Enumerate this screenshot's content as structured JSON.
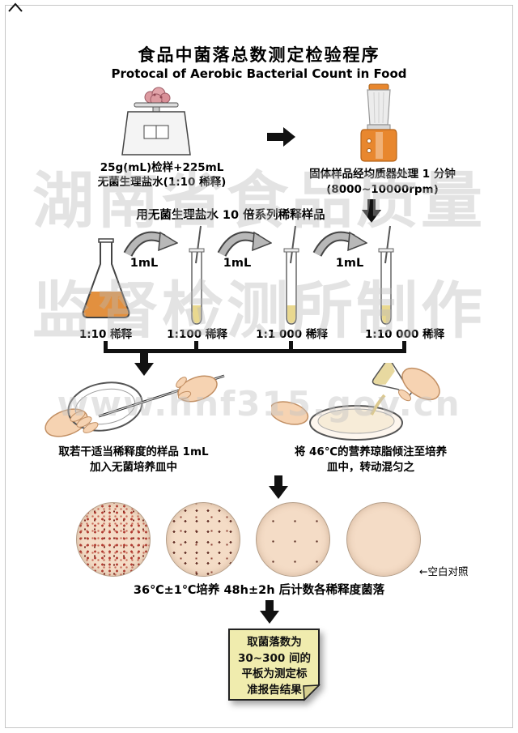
{
  "title": {
    "zh": "食品中菌落总数测定检验程序",
    "en": "Protocal of Aerobic Bacterial Count in Food"
  },
  "watermark": {
    "line1": "湖南省食品质量",
    "line2": "监督检测所制作",
    "line3": "www.hnf315.gov.cn"
  },
  "sampling": {
    "line1": "25g(mL)检样+225mL",
    "line2": "无菌生理盐水(1:10 稀释)"
  },
  "homogenize": {
    "line1": "固体样品经均质器处理 1 分钟",
    "line2": "(8000~10000rpm)"
  },
  "dilution": {
    "heading": "用无菌生理盐水 10 倍系列稀释样品",
    "transfer_volume": "1mL",
    "labels": [
      "1:10 稀释",
      "1:100 稀释",
      "1:1 000 稀释",
      "1:10 000 稀释"
    ]
  },
  "plating": {
    "left_line1": "取若干适当稀释度的样品 1mL",
    "left_line2": "加入无菌培养皿中",
    "right_line1": "将 46℃的营养琼脂倾注至培养",
    "right_line2": "皿中，转动混匀之"
  },
  "incubation": {
    "caption": "36℃±1℃培养 48h±2h 后计数各稀释度菌落",
    "blank_control_label": "←空白对照"
  },
  "result_note": {
    "line1": "取菌落数为",
    "line2": "30~300 间的",
    "line3": "平板为测定标",
    "line4": "准报告结果"
  },
  "colors": {
    "accent_orange": "#e8872e",
    "note_yellow": "#f0ecae",
    "dish_base": "#f4dcc6",
    "colony_red": "#b03a30"
  }
}
